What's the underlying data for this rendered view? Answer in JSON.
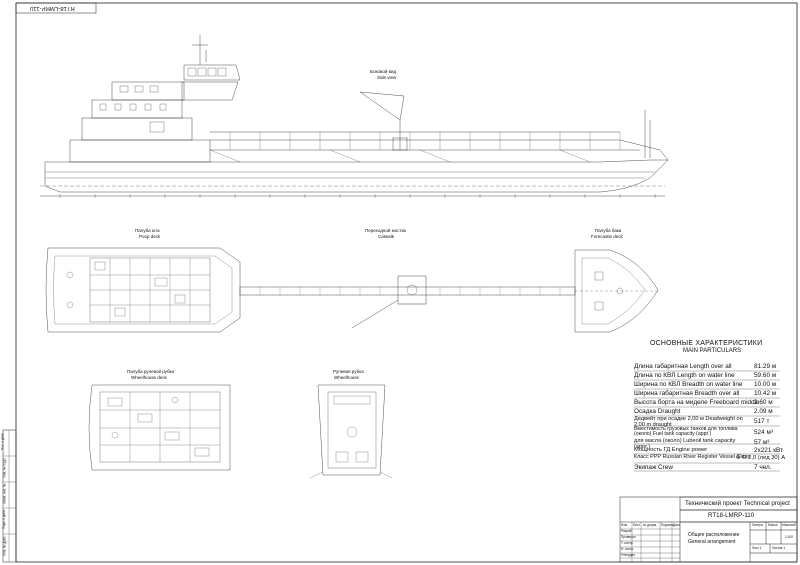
{
  "stamp_top": "RT18-LMRP-110",
  "views": {
    "side": {
      "ru": "Боковой вид",
      "en": "Side view"
    },
    "poop": {
      "ru": "Палуба юта",
      "en": "Poop deck"
    },
    "catwalk": {
      "ru": "Переходной мостик",
      "en": "Catwalk"
    },
    "forecastle": {
      "ru": "Палуба бака",
      "en": "Forecastle deck"
    },
    "wheelhouse_deck": {
      "ru": "Палуба рулевой рубки",
      "en": "Wheelhouse deck"
    },
    "wheelhouse": {
      "ru": "Рулевая рубка",
      "en": "Wheelhouse"
    }
  },
  "particulars": {
    "title_ru": "ОСНОВНЫЕ ХАРАКТЕРИСТИКИ",
    "title_en": "MAIN PARTICULARS",
    "rows": [
      {
        "name": "Длина габаритная Length over all",
        "value": "81.29 м"
      },
      {
        "name": "Длина по КВЛ Length on water line",
        "value": "59.60 м"
      },
      {
        "name": "Ширина по КВЛ Breadth on water line",
        "value": "10.00 м"
      },
      {
        "name": "Ширина габаритная Breadth over all",
        "value": "10.42 м"
      },
      {
        "name": "Высота борта на миделе Freeboard middle",
        "value": "2.60 м"
      },
      {
        "name": "Осадка Draught",
        "value": "2.09 м"
      },
      {
        "name": "Дедвейт при осадке 2,00 м Deadweight on 2,00 m draught",
        "value": "517 т"
      },
      {
        "name": "Вместимость грузовых танков для топлива (около) Fuel tank capacity (appr.)",
        "value": "524 м³"
      },
      {
        "name": "для масла (около) Lubeoil tank capacity (appr.)",
        "value": "57 м³"
      },
      {
        "name": "Мощность ГД Engine power",
        "value": "2x221 кВт"
      },
      {
        "name": "Класс РРР Russian River Register Vessel Class",
        "value": "Ф О 2,0 (лед 30) А"
      },
      {
        "name": "Экипаж Crew",
        "value": "7 чел."
      }
    ]
  },
  "titleblock": {
    "project": "Технический проект  Technical project",
    "code": "RT18-LMRP-110",
    "doc_ru": "Общее расположение",
    "doc_en": "General arrangement",
    "col_heads": [
      "Литера",
      "Масса",
      "Масштаб"
    ],
    "scale": "1:100",
    "sheet": "Лист 1",
    "sheets": "Листов 1",
    "rows": [
      "Изм",
      "Лист",
      "№ докум.",
      "Подпись",
      "Дата"
    ],
    "roles": [
      "Разраб.",
      "Проверил",
      "Т. контр.",
      "Н. контр.",
      "Утвердил"
    ]
  },
  "side_notes": [
    "Поз. и дата",
    "Инв. № подл.",
    "Взам. инв. №",
    "Подп. и дата",
    "Инв. № дубл."
  ]
}
